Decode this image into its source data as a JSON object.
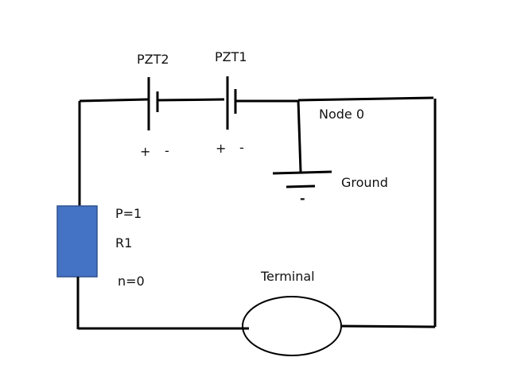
{
  "diagram": {
    "type": "circuit",
    "colors": {
      "wire": "#000000",
      "resistor_fill": "#4472c4",
      "resistor_stroke": "#2f528f",
      "background": "#ffffff"
    },
    "components": {
      "pzt2": {
        "label": "PZT2",
        "plus": "+",
        "minus": "-"
      },
      "pzt1": {
        "label": "PZT1",
        "plus": "+",
        "minus": "-"
      },
      "node0": {
        "label": "Node 0"
      },
      "ground": {
        "label": "Ground",
        "minus": "-"
      },
      "resistor": {
        "name": "R1",
        "param_p": "P=1",
        "param_n": "n=0"
      },
      "terminal": {
        "label": "Terminal"
      }
    }
  }
}
